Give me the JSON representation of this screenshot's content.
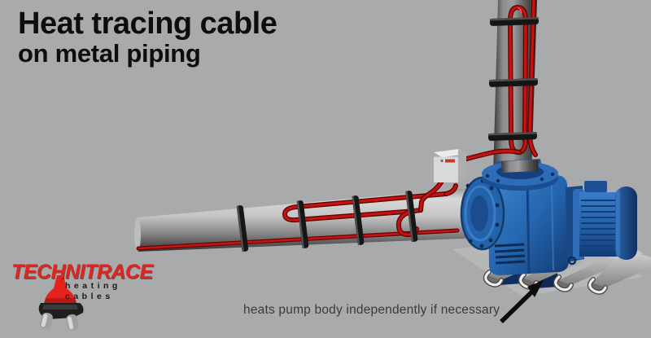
{
  "header": {
    "title_line1": "Heat tracing cable",
    "title_line2": "on metal piping"
  },
  "annotation": {
    "text": "heats pump body independently if necessary"
  },
  "logo": {
    "brand": "TECHNITRACE",
    "tagline_word1": "heating",
    "tagline_word2": "cables"
  },
  "colors": {
    "background_gray": "#a9aaab",
    "title_text": "#0d0d0d",
    "annotation_text": "#3b3b3b",
    "heating_cable_red": "#c81212",
    "pump_blue": "#2466b0",
    "pump_blue_dark": "#143a72",
    "pipe_metal_gray": "#9c9c9c",
    "clamp_black": "#151515",
    "logo_red": "#e3231c",
    "logo_black": "#1b1b1b",
    "arrow_black": "#0c0c0c",
    "cable_loop_white": "#f0f0f0"
  }
}
